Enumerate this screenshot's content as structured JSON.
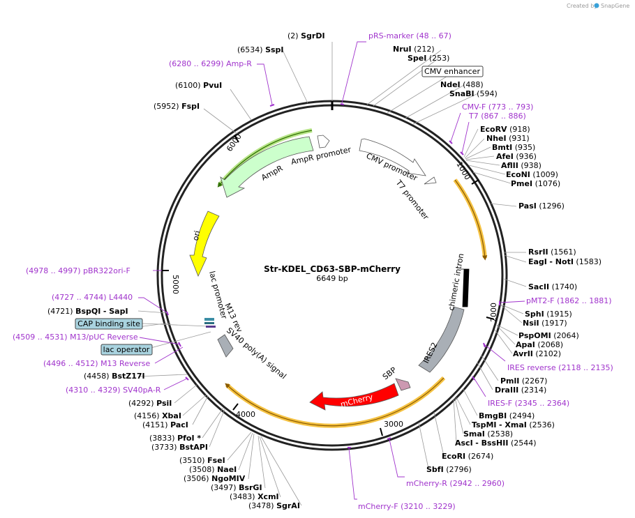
{
  "credit": {
    "created_by": "Created by",
    "brand": "SnapGene"
  },
  "plasmid": {
    "name": "Str-KDEL_CD63-SBP-mCherry",
    "length": "6649 bp"
  },
  "ticks": [
    "1000",
    "2000",
    "3000",
    "4000",
    "5000",
    "6000"
  ],
  "sites": [
    {
      "name": "SgrDI",
      "pos": "(2)"
    },
    {
      "name": "SspI",
      "pos": "(6534)"
    },
    {
      "name": "PvuI",
      "pos": "(6100)"
    },
    {
      "name": "FspI",
      "pos": "(5952)"
    },
    {
      "name": "NruI",
      "pos": "(212)"
    },
    {
      "name": "SpeI",
      "pos": "(253)"
    },
    {
      "name": "NdeI",
      "pos": "(488)"
    },
    {
      "name": "SnaBI",
      "pos": "(594)"
    },
    {
      "name": "EcoRV",
      "pos": "(918)"
    },
    {
      "name": "NheI",
      "pos": "(931)"
    },
    {
      "name": "BmtI",
      "pos": "(935)"
    },
    {
      "name": "AfeI",
      "pos": "(936)"
    },
    {
      "name": "AflII",
      "pos": "(938)"
    },
    {
      "name": "EcoNI",
      "pos": "(1009)"
    },
    {
      "name": "PmeI",
      "pos": "(1076)"
    },
    {
      "name": "PasI",
      "pos": "(1296)"
    },
    {
      "name": "RsrII",
      "pos": "(1561)"
    },
    {
      "name": "EagI",
      "pos": "- NotI",
      "extra": "(1583)"
    },
    {
      "name": "SacII",
      "pos": "(1740)"
    },
    {
      "name": "SphI",
      "pos": "(1915)"
    },
    {
      "name": "NsiI",
      "pos": "(1917)"
    },
    {
      "name": "PspOMI",
      "pos": "(2064)"
    },
    {
      "name": "ApaI",
      "pos": "(2068)"
    },
    {
      "name": "AvrII",
      "pos": "(2102)"
    },
    {
      "name": "PmlI",
      "pos": "(2267)"
    },
    {
      "name": "DraIII",
      "pos": "(2314)"
    },
    {
      "name": "BmgBI",
      "pos": "(2494)"
    },
    {
      "name": "TspMI",
      "pos": "- XmaI",
      "extra": "(2536)"
    },
    {
      "name": "SmaI",
      "pos": "(2538)"
    },
    {
      "name": "AscI",
      "pos": "- BssHII",
      "extra": "(2544)"
    },
    {
      "name": "EcoRI",
      "pos": "(2674)"
    },
    {
      "name": "SbfI",
      "pos": "(2796)"
    },
    {
      "name": "BspQI",
      "pos": "(4721)",
      "extra": "- SapI"
    },
    {
      "name": "BstZ17I",
      "pos": "(4458)"
    },
    {
      "name": "PsiI",
      "pos": "(4292)"
    },
    {
      "name": "XbaI",
      "pos": "(4156)"
    },
    {
      "name": "PacI",
      "pos": "(4151)"
    },
    {
      "name": "PfoI *",
      "pos": "(3833)"
    },
    {
      "name": "BstAPI",
      "pos": "(3733)"
    },
    {
      "name": "FseI",
      "pos": "(3510)"
    },
    {
      "name": "NaeI",
      "pos": "(3508)"
    },
    {
      "name": "NgoMIV",
      "pos": "(3506)"
    },
    {
      "name": "BsrGI",
      "pos": "(3497)"
    },
    {
      "name": "XcmI",
      "pos": "(3483)"
    },
    {
      "name": "SgrAI",
      "pos": "(3478)"
    }
  ],
  "primers": [
    {
      "name": "pRS-marker",
      "range": "(48 .. 67)"
    },
    {
      "name": "Amp-R",
      "range": "(6280 .. 6299)"
    },
    {
      "name": "CMV-F",
      "range": "(773 .. 793)"
    },
    {
      "name": "T7",
      "range": "(867 .. 886)"
    },
    {
      "name": "pMT2-F",
      "range": "(1862 .. 1881)"
    },
    {
      "name": "IRES reverse",
      "range": "(2118 .. 2135)"
    },
    {
      "name": "IRES-F",
      "range": "(2345 .. 2364)"
    },
    {
      "name": "mCherry-R",
      "range": "(2942 .. 2960)"
    },
    {
      "name": "mCherry-F",
      "range": "(3210 .. 3229)"
    },
    {
      "name": "pBR322ori-F",
      "range": "(4978 .. 4997)"
    },
    {
      "name": "L4440",
      "range": "(4727 .. 4744)"
    },
    {
      "name": "M13/pUC Reverse",
      "range": "(4509 .. 4531)"
    },
    {
      "name": "M13 Reverse",
      "range": "(4496 .. 4512)"
    },
    {
      "name": "SV40pA-R",
      "range": "(4310 .. 4329)"
    }
  ],
  "boxed_features": {
    "cmv_enhancer": "CMV enhancer",
    "cap_binding_site": "CAP binding site",
    "lac_operator": "lac operator"
  },
  "features": {
    "ampr": "AmpR",
    "ampr_promoter": "AmpR promoter",
    "cmv_promoter": "CMV promoter",
    "t7_promoter": "T7 promoter",
    "ori": "ori",
    "lac_promoter": "lac promoter",
    "m13_rev": "M13 rev",
    "sv40_polya": "SV40 poly(A) signal",
    "chimeric_intron": "chimeric intron",
    "ires2": "IRES2",
    "sbp": "SBP",
    "mcherry": "mCherry"
  },
  "colors": {
    "primer": "#a033cc",
    "ampr_fill": "#ccffcc",
    "ori_fill": "#ffff00",
    "ires_fill": "#a9afb6",
    "mcherry_fill": "#ff0000",
    "sbp_fill": "#cc99b1",
    "orf_arc": "#f5c242",
    "box_fill": "#a9d3df"
  }
}
